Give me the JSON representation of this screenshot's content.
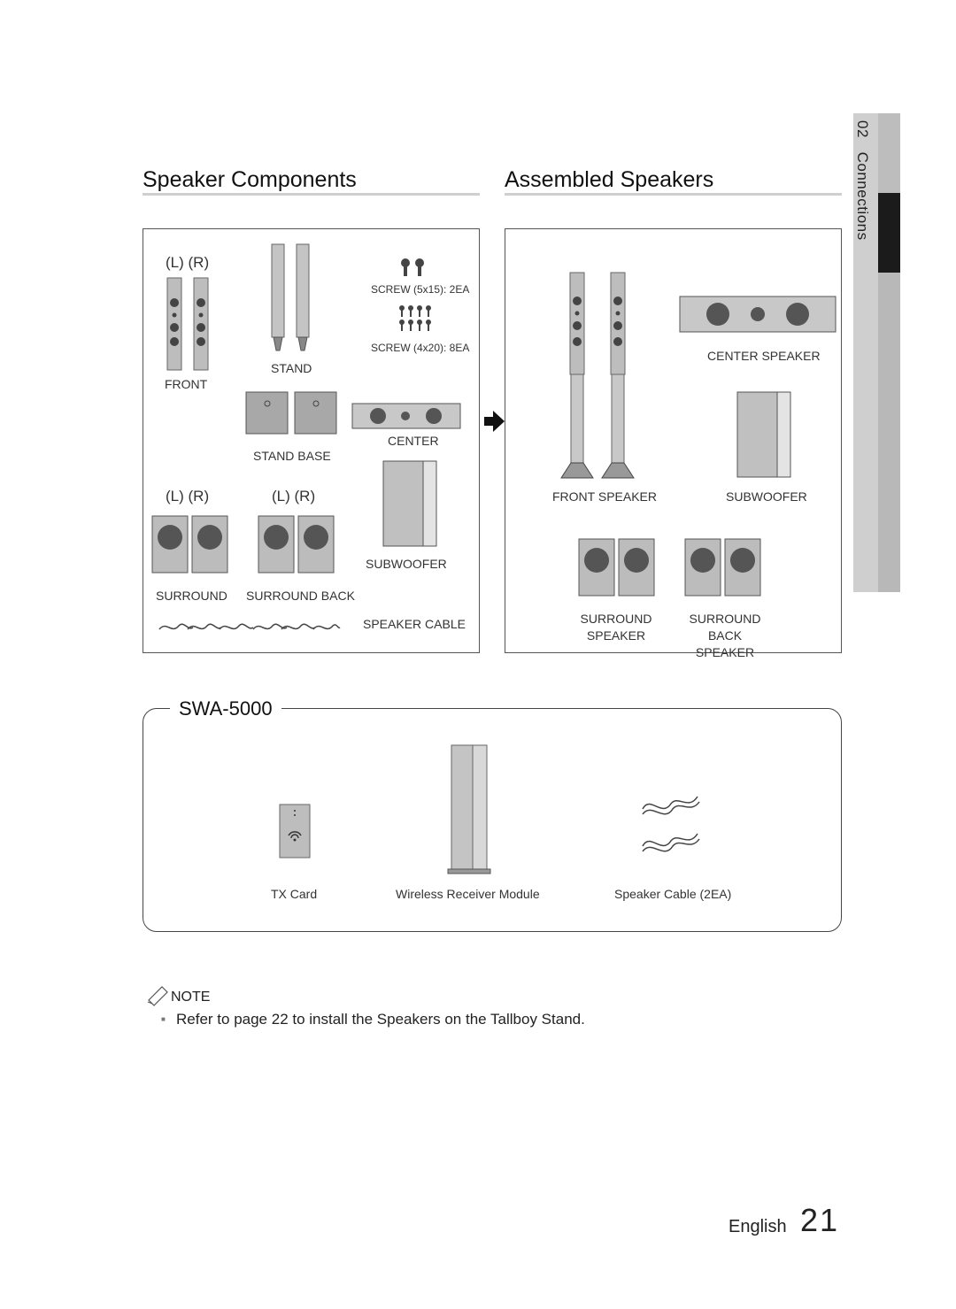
{
  "sidebar": {
    "section_number": "02",
    "section_title": "Connections"
  },
  "components": {
    "title": "Speaker Components",
    "front_lr": "(L) (R)",
    "front_label": "FRONT",
    "stand_label": "STAND",
    "screw_5x15": "SCREW (5x15): 2EA",
    "screw_4x20": "SCREW (4x20): 8EA",
    "stand_base_label": "STAND BASE",
    "center_label": "CENTER",
    "surround_lr": "(L) (R)",
    "surround_back_lr": "(L) (R)",
    "subwoofer_label": "SUBWOOFER",
    "surround_label": "SURROUND",
    "surround_back_label": "SURROUND BACK",
    "speaker_cable_label": "SPEAKER CABLE"
  },
  "assembled": {
    "title": "Assembled Speakers",
    "center_speaker": "CENTER SPEAKER",
    "front_speaker": "FRONT SPEAKER",
    "subwoofer": "SUBWOOFER",
    "surround_speaker": "SURROUND SPEAKER",
    "surround_back_speaker": "SURROUND BACK SPEAKER"
  },
  "swa": {
    "title": "SWA-5000",
    "tx_card": "TX Card",
    "receiver": "Wireless Receiver Module",
    "cable": "Speaker Cable (2EA)"
  },
  "note": {
    "label": "NOTE",
    "text": "Refer to page 22 to install the Speakers on the Tallboy Stand."
  },
  "footer": {
    "language": "English",
    "page_number": "21"
  }
}
